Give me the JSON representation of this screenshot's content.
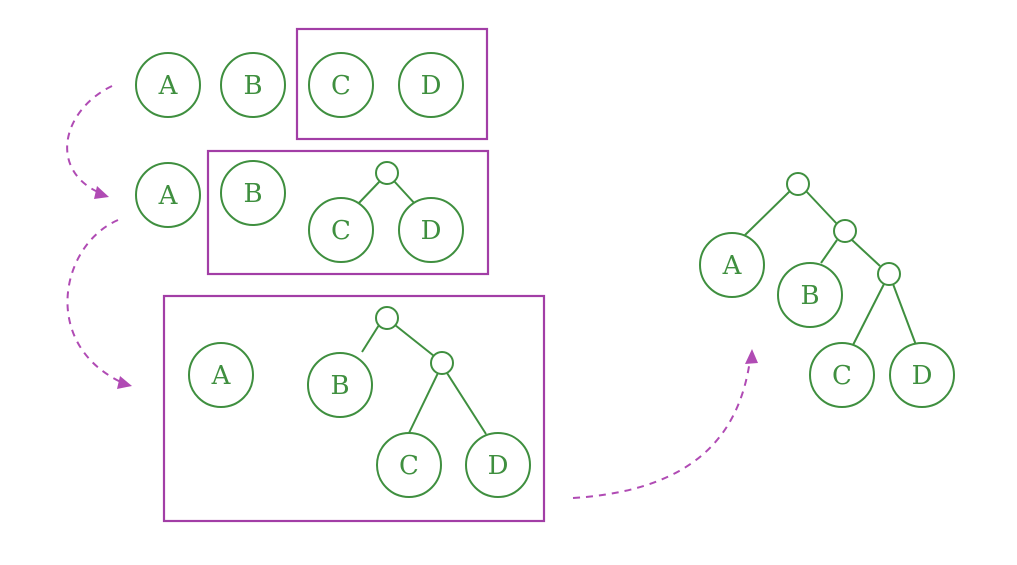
{
  "colors": {
    "node_stroke": "#3f8f3f",
    "node_text": "#3f8f3f",
    "box_stroke": "#a23ea6",
    "arrow_stroke": "#b04bb4"
  },
  "labels": {
    "a": "A",
    "b": "B",
    "c": "C",
    "d": "D"
  }
}
